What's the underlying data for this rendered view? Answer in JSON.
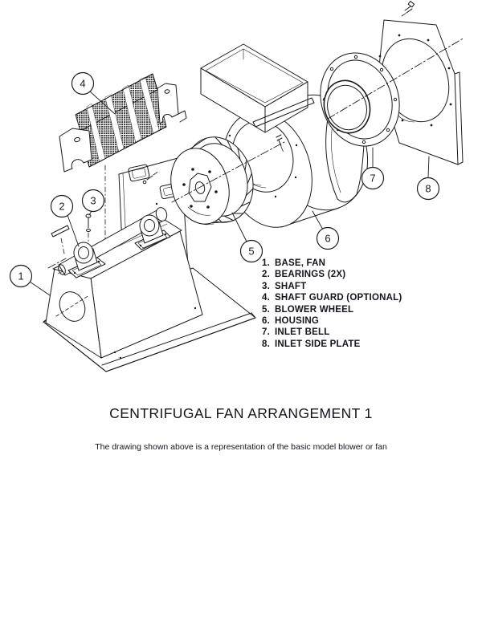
{
  "title": "CENTRIFUGAL FAN ARRANGEMENT 1",
  "caption": "The drawing shown above is a representation of the basic model blower or fan",
  "parts_list": {
    "items": [
      {
        "number": "1.",
        "name": "BASE, FAN"
      },
      {
        "number": "2.",
        "name": "BEARINGS (2X)"
      },
      {
        "number": "3.",
        "name": "SHAFT"
      },
      {
        "number": "4.",
        "name": "SHAFT GUARD (OPTIONAL)"
      },
      {
        "number": "5.",
        "name": "BLOWER WHEEL"
      },
      {
        "number": "6.",
        "name": "HOUSING"
      },
      {
        "number": "7.",
        "name": "INLET BELL"
      },
      {
        "number": "8.",
        "name": "INLET SIDE PLATE"
      }
    ]
  },
  "callouts": [
    {
      "label": "1"
    },
    {
      "label": "2"
    },
    {
      "label": "3"
    },
    {
      "label": "4"
    },
    {
      "label": "5"
    },
    {
      "label": "6"
    },
    {
      "label": "7"
    },
    {
      "label": "8"
    }
  ],
  "colors": {
    "line": "#1a1a1a",
    "background": "#ffffff",
    "text": "#14141c"
  }
}
